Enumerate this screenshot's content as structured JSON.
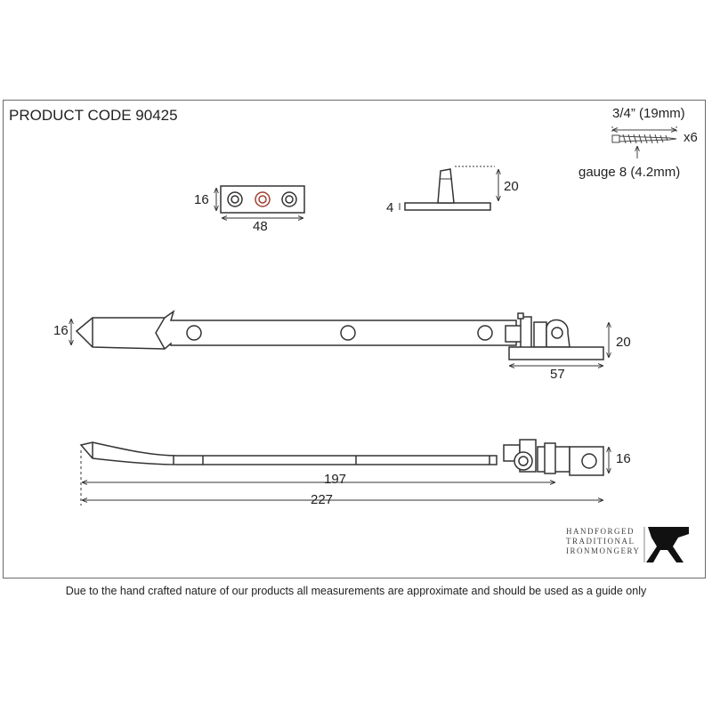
{
  "product_code": "PRODUCT CODE 90425",
  "screws": {
    "length": "3/4” (19mm)",
    "quantity": "x6",
    "gauge": "gauge 8 (4.2mm)",
    "icon": "screw-icon"
  },
  "pin_plate": {
    "height": "16",
    "width": "48"
  },
  "pin": {
    "height": "20",
    "base": "4"
  },
  "stay_top_view": {
    "height": "16",
    "bracket_height": "20",
    "bracket_width": "57"
  },
  "stay_side_view": {
    "height": "16",
    "pivot_length": "197",
    "overall_length": "227"
  },
  "brand": {
    "line1": "HANDFORGED",
    "line2": "TRADITIONAL",
    "line3": "IRONMONGERY",
    "icon": "anvil-icon"
  },
  "disclaimer": "Due to the hand crafted nature of our products all measurements are approximate and should be used as a guide only"
}
